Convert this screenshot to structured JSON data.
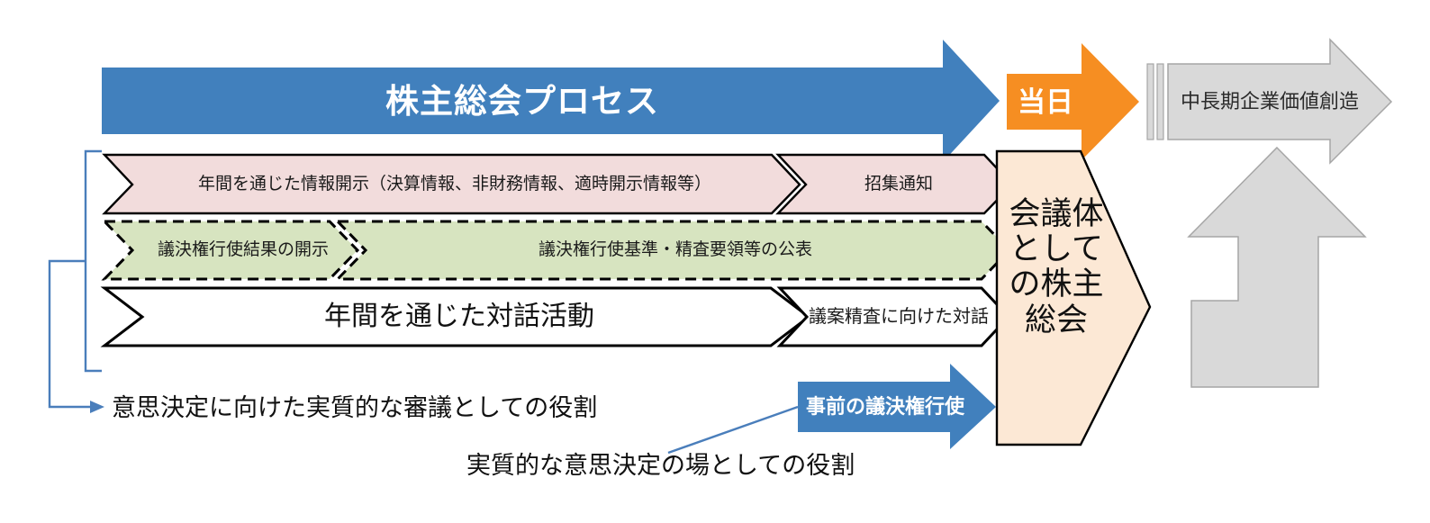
{
  "diagram": {
    "title_band": {
      "label": "株主総会プロセス",
      "color": "#4180bd"
    },
    "today_arrow": {
      "label": "当日",
      "color": "#f68e22"
    },
    "value_arrow": {
      "label": "中長期企業価値創造",
      "color": "#d9d9d9"
    },
    "rows": [
      {
        "name": "disclosure",
        "fill": "#f2dcdc",
        "border": "solid",
        "segments": [
          {
            "label": "年間を通じた情報開示（決算情報、非財務情報、適時開示情報等）"
          },
          {
            "label": "招集通知"
          }
        ]
      },
      {
        "name": "voting-rights",
        "fill": "#d7e4c0",
        "border": "dashed",
        "segments": [
          {
            "label": "議決権行使結果の開示"
          },
          {
            "label": "議決権行使基準・精査要領等の公表"
          }
        ]
      },
      {
        "name": "dialogue",
        "fill": "#ffffff",
        "border": "solid",
        "segments": [
          {
            "label": "年間を通じた対話活動"
          },
          {
            "label": "議案精査に向けた対話"
          }
        ]
      }
    ],
    "pentagon": {
      "label": "会議体としての株主総会",
      "fill": "#fce8d5"
    },
    "pre_vote_arrow": {
      "label": "事前の議決権行使",
      "color": "#4180bd"
    },
    "roles": [
      {
        "name": "deliberation-role",
        "label": "意思決定に向けた実質的な審議としての役割"
      },
      {
        "name": "decision-role",
        "label": "実質的な意思決定の場としての役割"
      }
    ],
    "up_arrow": {
      "name": "feedback-up-arrow",
      "color": "#d9d9d9"
    },
    "connector_color": "#4a7ebb"
  }
}
